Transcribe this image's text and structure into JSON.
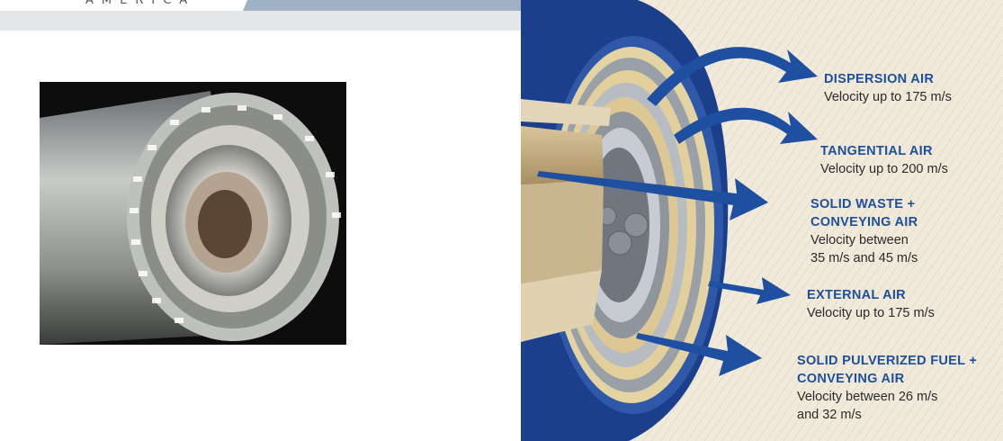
{
  "header": {
    "brand": "AMERICA"
  },
  "diagram": {
    "labels": [
      {
        "title": "DISPERSION AIR",
        "desc": [
          "Velocity up to 175 m/s"
        ]
      },
      {
        "title": "TANGENTIAL AIR",
        "desc": [
          "Velocity up to 200 m/s"
        ]
      },
      {
        "title": "SOLID WASTE +",
        "title2": "CONVEYING AIR",
        "desc": [
          "Velocity between",
          "35 m/s and 45 m/s"
        ]
      },
      {
        "title": "EXTERNAL AIR",
        "desc": [
          "Velocity up to 175 m/s"
        ]
      },
      {
        "title": "SOLID PULVERIZED FUEL +",
        "title2": "CONVEYING AIR",
        "desc": [
          "Velocity between 26 m/s",
          "and 32 m/s"
        ]
      }
    ]
  },
  "colors": {
    "accent": "#1d4f9a",
    "arrow": "#1f4fa0",
    "background": "#f1eadb"
  }
}
